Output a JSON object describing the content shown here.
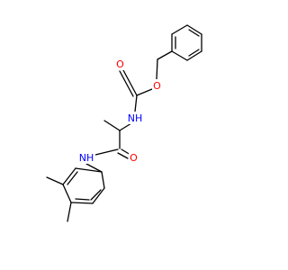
{
  "molecule": {
    "atoms": {
      "ester_o": {
        "label": "O",
        "color": "#ff0000"
      },
      "carbonyl_o_top": {
        "label": "O",
        "color": "#ff0000"
      },
      "carbamate_nh": {
        "label": "NH",
        "color": "#0000ff"
      },
      "amide_o": {
        "label": "O",
        "color": "#ff0000"
      },
      "anilide_nh": {
        "label": "NH",
        "color": "#0000ff"
      }
    },
    "colors": {
      "bond": "#000000",
      "oxygen": "#ff0000",
      "nitrogen": "#0000ff",
      "background": "#ffffff"
    }
  }
}
